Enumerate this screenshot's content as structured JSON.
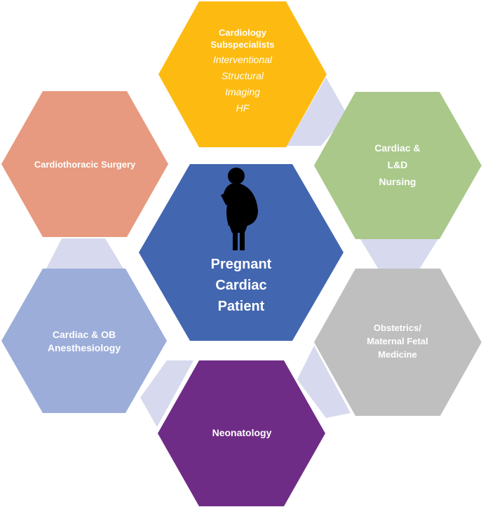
{
  "center": {
    "lines": [
      "Pregnant",
      "Cardiac",
      "Patient"
    ],
    "icon": "pregnant-woman-icon",
    "color": "#4266b0"
  },
  "nodes": [
    {
      "id": "cardiology",
      "title_lines": [
        "Cardiology",
        "Subspecialists"
      ],
      "sub_lines": [
        "Interventional",
        "Structural",
        "Imaging",
        "HF"
      ],
      "color": "#fdbb12"
    },
    {
      "id": "nursing",
      "title_lines": [
        "Cardiac &",
        "L&D",
        "Nursing"
      ],
      "sub_lines": [],
      "color": "#a9c88a"
    },
    {
      "id": "obstetrics",
      "title_lines": [
        "Obstetrics/",
        "Maternal Fetal",
        "Medicine"
      ],
      "sub_lines": [],
      "color": "#bfbfbf"
    },
    {
      "id": "neonatology",
      "title_lines": [
        "Neonatology"
      ],
      "sub_lines": [],
      "color": "#6f2c86"
    },
    {
      "id": "anesthesiology",
      "title_lines": [
        "Cardiac & OB",
        "Anesthesiology"
      ],
      "sub_lines": [],
      "color": "#9cadd9"
    },
    {
      "id": "surgery",
      "title_lines": [
        "Cardiothoracic Surgery"
      ],
      "sub_lines": [],
      "color": "#e79a7f"
    }
  ],
  "connector_color": "#d7daee"
}
